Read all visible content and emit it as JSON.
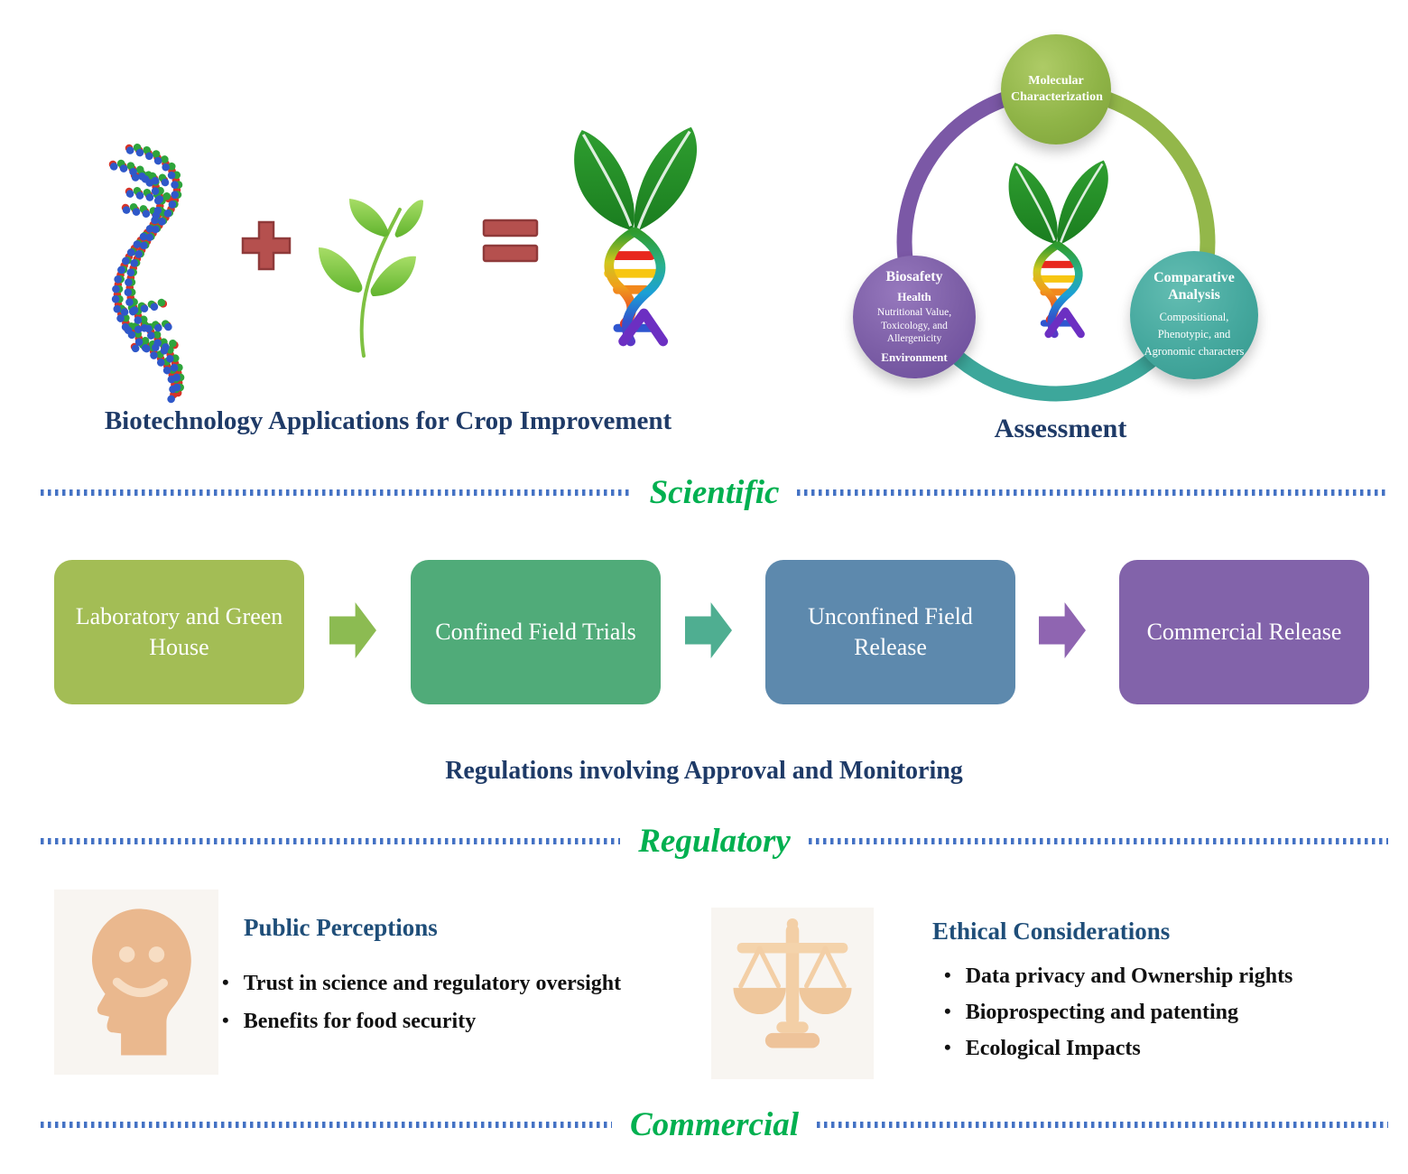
{
  "equation": {
    "title": "Biotechnology Applications for Crop Improvement",
    "operators": {
      "plus": "+",
      "equals": "="
    }
  },
  "assessment": {
    "caption": "Assessment",
    "molecular": {
      "title": "Molecular Characterization"
    },
    "biosafety": {
      "title": "Biosafety",
      "sub1": "Health",
      "body": "Nutritional Value, Toxicology, and Allergenicity",
      "sub2": "Environment"
    },
    "comparative": {
      "title": "Comparative Analysis",
      "body": "Compositional, Phenotypic, and Agronomic characters"
    }
  },
  "dividers": {
    "scientific": "Scientific",
    "regulatory": "Regulatory",
    "commercial": "Commercial"
  },
  "pipeline": {
    "caption": "Regulations involving Approval and Monitoring",
    "stages": [
      {
        "label": "Laboratory and Green House",
        "color": "#a3bd55"
      },
      {
        "label": "Confined Field Trials",
        "color": "#50ab79"
      },
      {
        "label": "Unconfined Field Release",
        "color": "#5d89ad"
      },
      {
        "label": "Commercial Release",
        "color": "#8263aa"
      }
    ],
    "arrow_colors": [
      "#8cbb52",
      "#4fae91",
      "#8f65b1"
    ]
  },
  "public_perceptions": {
    "title": "Public Perceptions",
    "bullets": [
      "Trust in science and regulatory oversight",
      "Benefits for food security"
    ]
  },
  "ethics": {
    "title": "Ethical Considerations",
    "bullets": [
      "Data privacy and Ownership rights",
      "Bioprospecting and patenting",
      "Ecological Impacts"
    ]
  },
  "icons": {
    "dna_molecule": "dna-beads-icon",
    "plant_sprig": "plant-sprig-icon",
    "gm_plant": "gm-plant-dna-icon",
    "head": "smiling-head-icon",
    "scales": "balance-scales-icon"
  },
  "colors": {
    "title_navy": "#1e3a67",
    "section_title_blue": "#1f4e79",
    "divider_green": "#00b050",
    "divider_dots_blue": "#4472c4",
    "circle_green": "#8fb447",
    "circle_purple": "#7c5ea6",
    "circle_teal": "#45a89e",
    "ring_purple": "#7b58a6",
    "ring_green": "#93b74a",
    "ring_teal": "#3da79b",
    "operator_red": "#b5504e"
  }
}
